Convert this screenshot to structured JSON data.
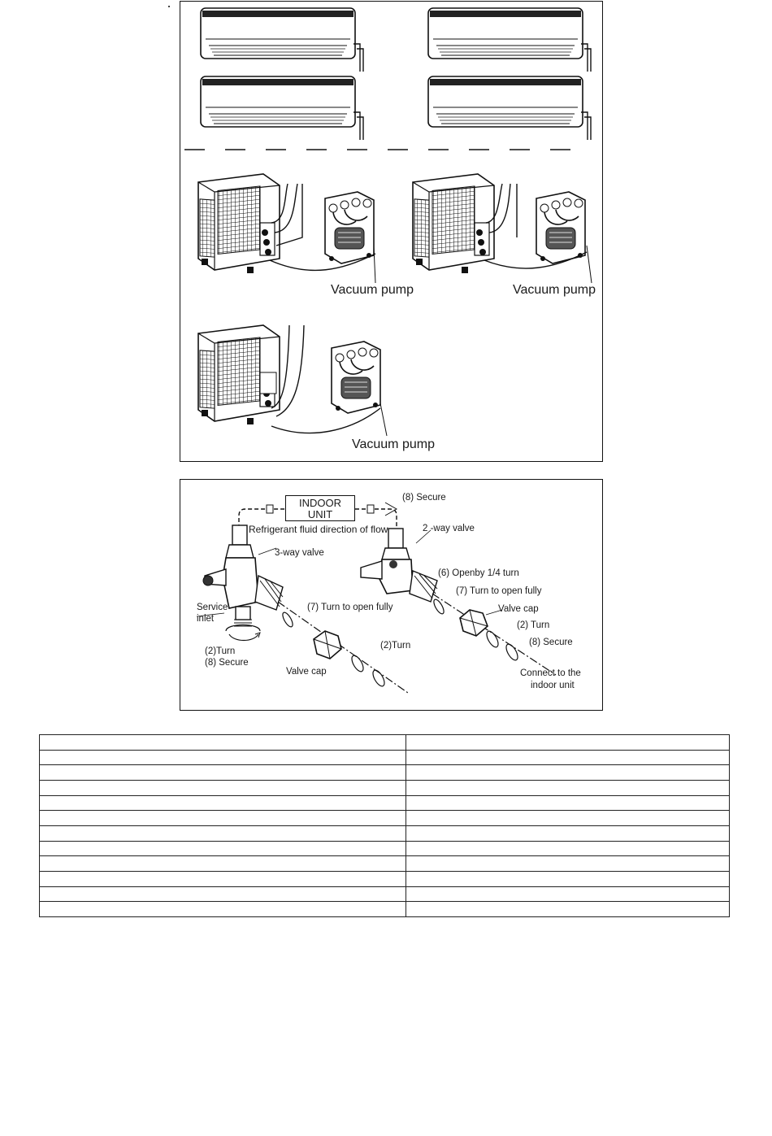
{
  "figure_top": {
    "labels": {
      "vacuum_pump_1": "Vacuum pump",
      "vacuum_pump_2": "Vacuum pump",
      "vacuum_pump_3": "Vacuum pump"
    }
  },
  "figure_valves": {
    "indoor_unit_line1": "INDOOR",
    "indoor_unit_line2": "UNIT",
    "labels": {
      "secure_top": "(8) Secure",
      "flow_direction": "Refrigerant fluid direction of flow",
      "two_way_valve": "2 -way valve",
      "three_way_valve": "3-way valve",
      "open_quarter_turn": "(6) Openby 1/4 turn",
      "turn_open_fully_right": "(7) Turn to open fully",
      "valve_cap_right": "Valve cap",
      "service_inlet_1": "Service",
      "service_inlet_2": "inlet",
      "turn_open_fully_left": "(7) Turn to open fully",
      "turn_right": "(2) Turn",
      "secure_right": "(8) Secure",
      "turn_left_bottom": "(2)Turn",
      "secure_left_bottom": "(8) Secure",
      "turn_middle": "(2)Turn",
      "valve_cap_left": "Valve cap",
      "connect_1": "Connect to the",
      "connect_2": "indoor unit"
    }
  },
  "table": {
    "rows": 12,
    "cells": [
      [
        "",
        ""
      ],
      [
        "",
        ""
      ],
      [
        "",
        ""
      ],
      [
        "",
        ""
      ],
      [
        "",
        ""
      ],
      [
        "",
        ""
      ],
      [
        "",
        ""
      ],
      [
        "",
        ""
      ],
      [
        "",
        ""
      ],
      [
        "",
        ""
      ],
      [
        "",
        ""
      ],
      [
        "",
        ""
      ]
    ]
  }
}
